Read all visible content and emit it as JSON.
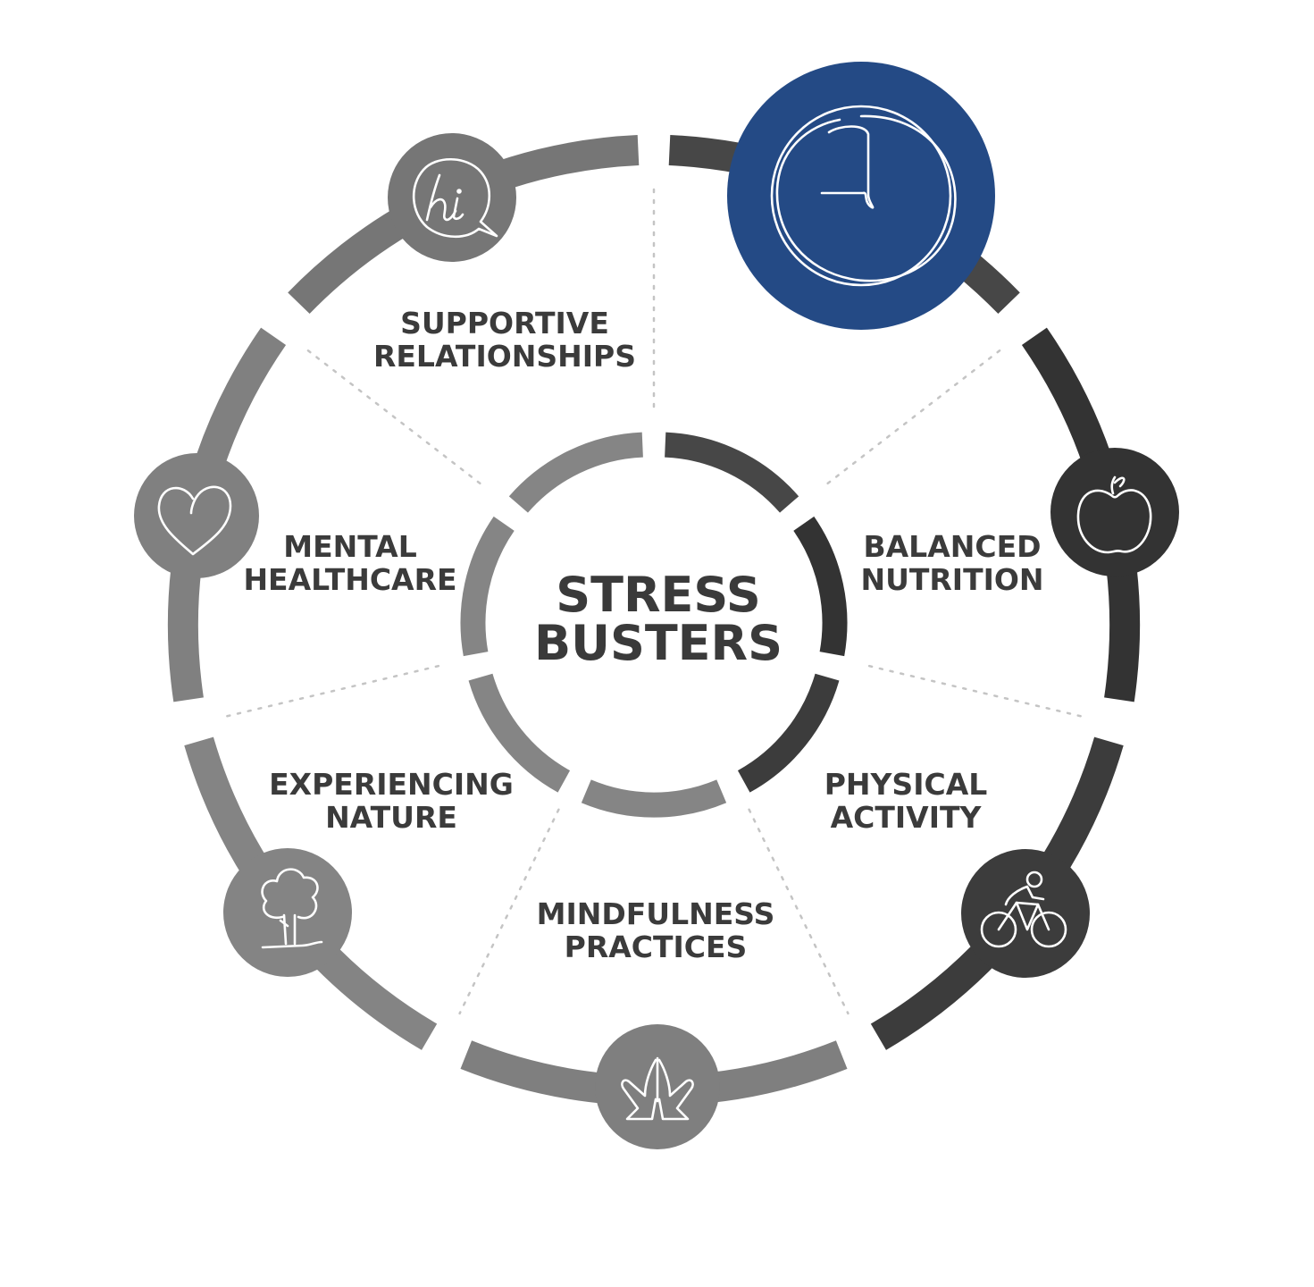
{
  "center": {
    "line1": "STRESS",
    "line2": "BUSTERS"
  },
  "segments": [
    {
      "id": "sleep",
      "line1": "",
      "line2": "",
      "icon": "clock-icon",
      "highlighted": true,
      "ring_color": "#474747",
      "icon_color": "#244a85"
    },
    {
      "id": "nutrition",
      "line1": "BALANCED",
      "line2": "NUTRITION",
      "icon": "apple-icon",
      "highlighted": false,
      "ring_color": "#333333",
      "icon_color": "#333333"
    },
    {
      "id": "activity",
      "line1": "PHYSICAL",
      "line2": "ACTIVITY",
      "icon": "bicycle-icon",
      "highlighted": false,
      "ring_color": "#3c3c3c",
      "icon_color": "#3c3c3c"
    },
    {
      "id": "mindfulness",
      "line1": "MINDFULNESS",
      "line2": "PRACTICES",
      "icon": "praying-hands-icon",
      "highlighted": false,
      "ring_color": "#7f7f7f",
      "icon_color": "#7f7f7f"
    },
    {
      "id": "nature",
      "line1": "EXPERIENCING",
      "line2": "NATURE",
      "icon": "tree-icon",
      "highlighted": false,
      "ring_color": "#848484",
      "icon_color": "#848484"
    },
    {
      "id": "mental",
      "line1": "MENTAL",
      "line2": "HEALTHCARE",
      "icon": "heart-icon",
      "highlighted": false,
      "ring_color": "#808080",
      "icon_color": "#808080"
    },
    {
      "id": "relationships",
      "line1": "SUPPORTIVE",
      "line2": "RELATIONSHIPS",
      "icon": "speech-bubble-hi-icon",
      "highlighted": false,
      "ring_color": "#767676",
      "icon_color": "#767676"
    }
  ],
  "inner_ring_colors": [
    "#474747",
    "#333333",
    "#3c3c3c",
    "#858585",
    "#858585",
    "#858585",
    "#858585"
  ]
}
